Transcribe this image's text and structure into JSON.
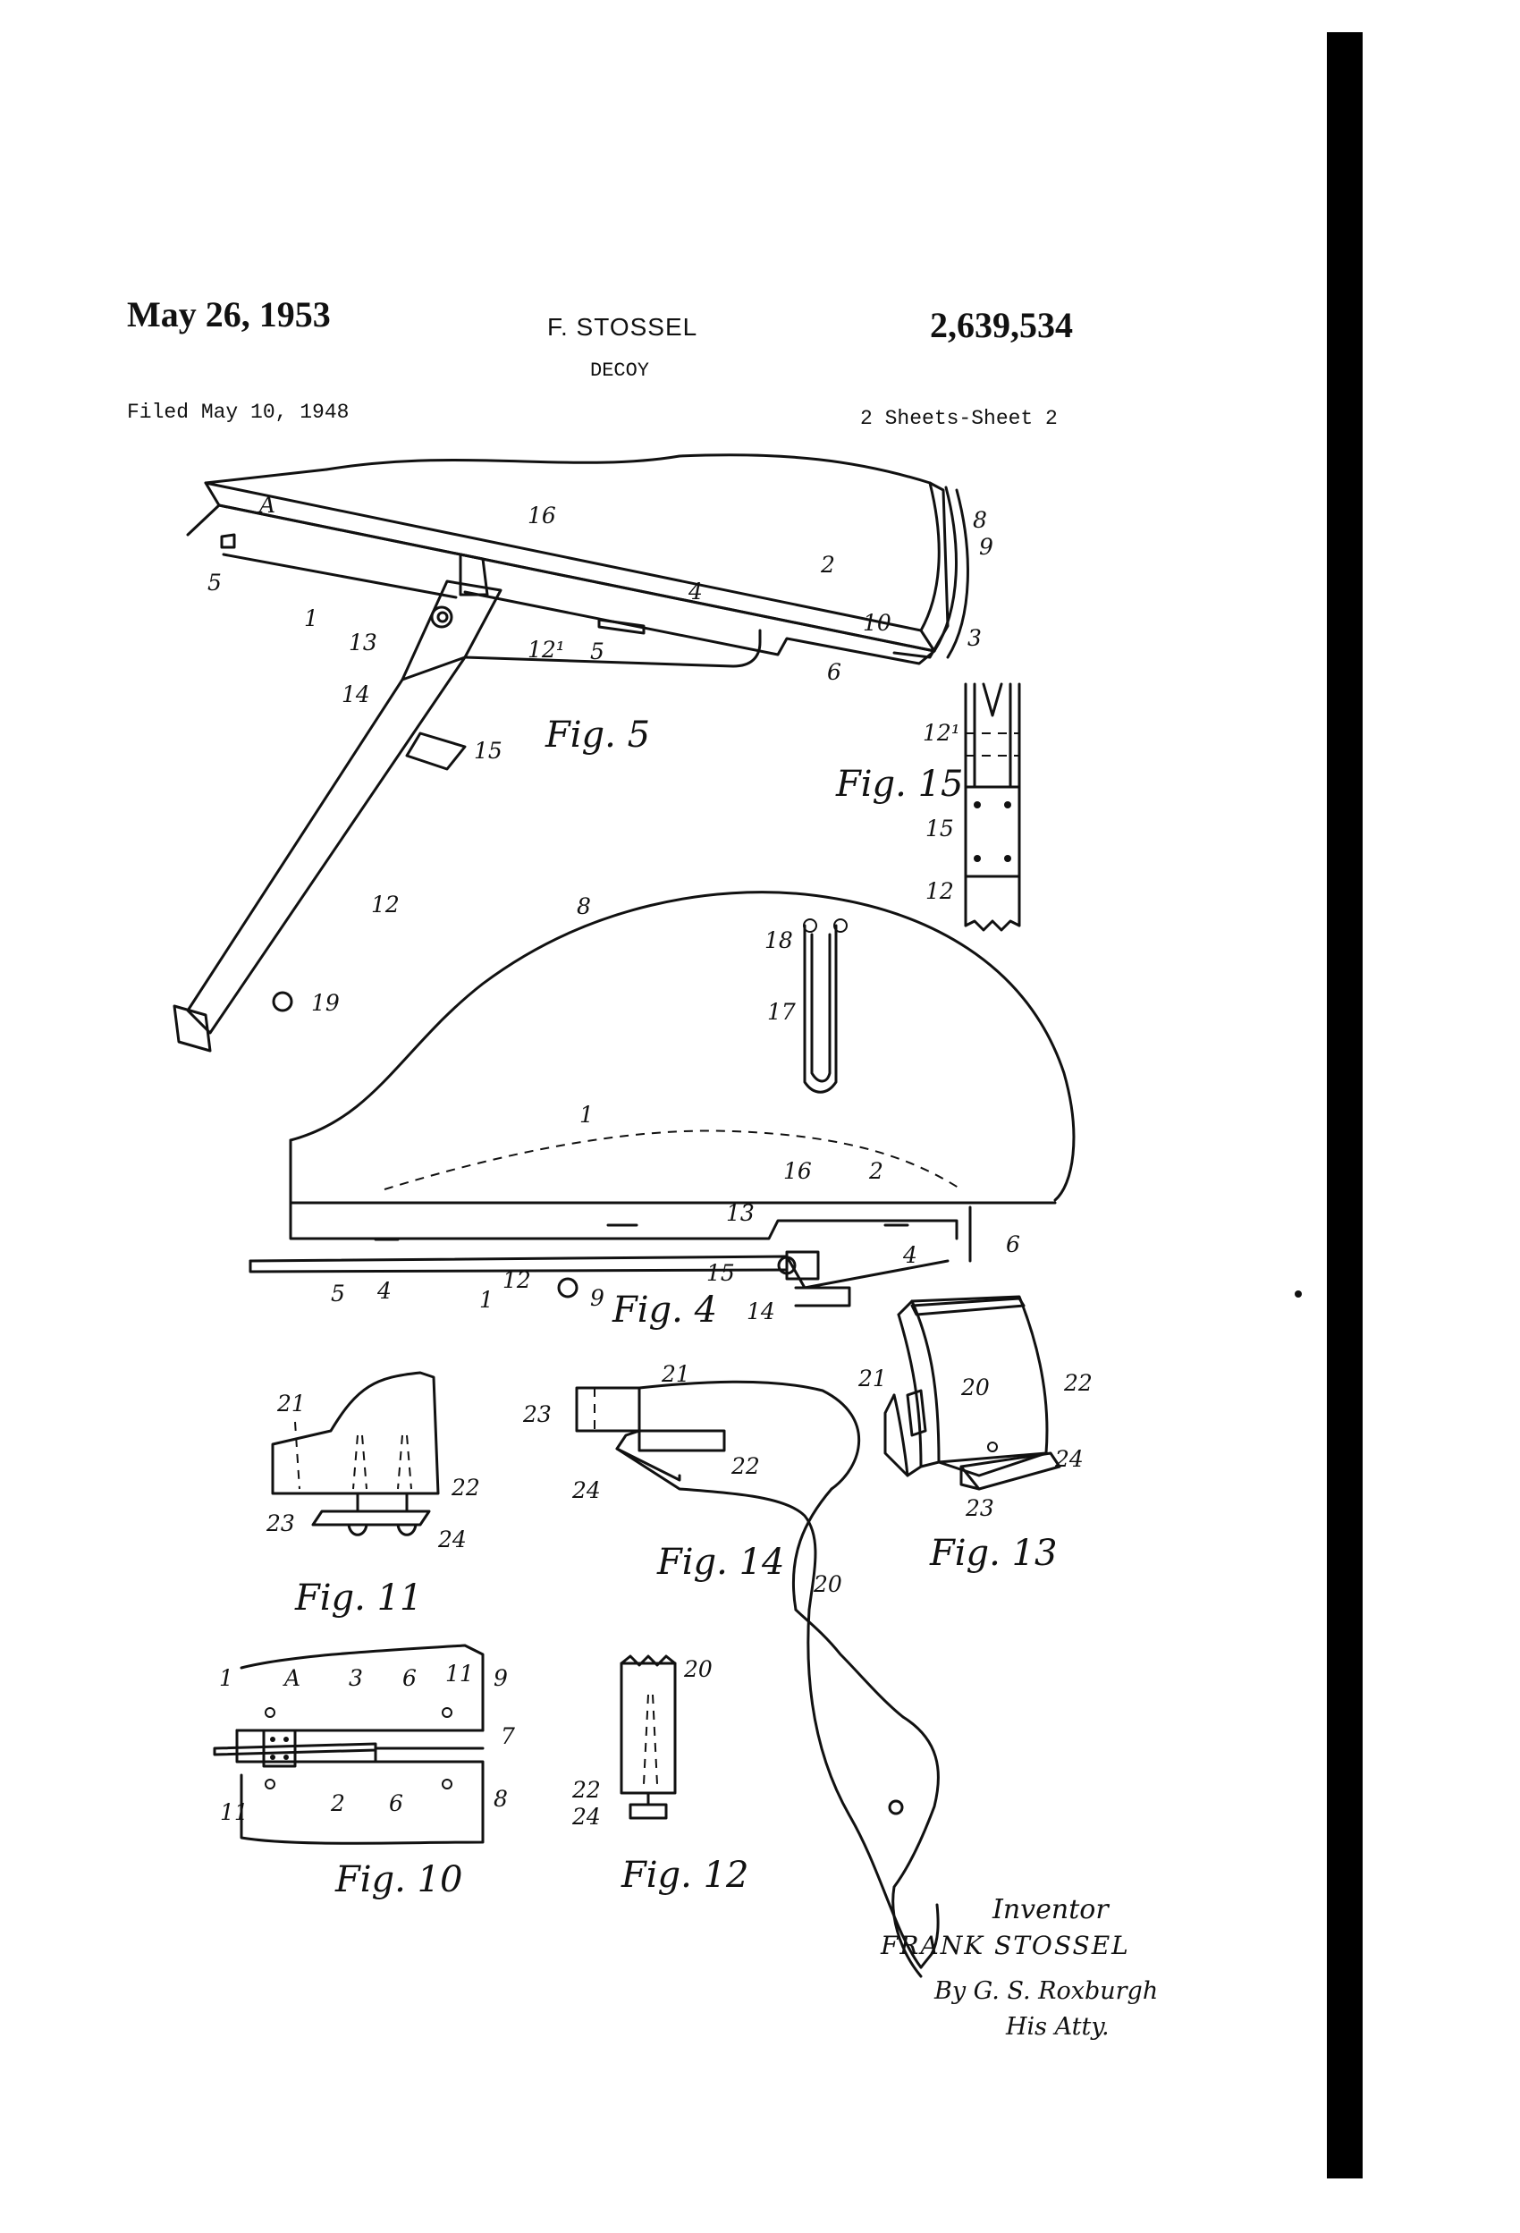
{
  "header": {
    "date": "May 26, 1953",
    "inventor": "F. STOSSEL",
    "patent_number": "2,639,534",
    "title": "DECOY",
    "filed": "Filed May 10, 1948",
    "sheets": "2 Sheets-Sheet 2"
  },
  "figures": {
    "fig5": "Fig. 5",
    "fig4": "Fig. 4",
    "fig15": "Fig. 15",
    "fig11": "Fig. 11",
    "fig14": "Fig. 14",
    "fig13": "Fig. 13",
    "fig10": "Fig. 10",
    "fig12": "Fig. 12"
  },
  "signature_block": {
    "inventor_label": "Inventor",
    "inventor_name": "FRANK STOSSEL",
    "attorney_line": "By G. S. Roxburgh",
    "attorney_label": "His Atty."
  },
  "reference_numerals": {
    "fig5": [
      "A",
      "5",
      "1",
      "13",
      "14",
      "12¹",
      "4",
      "5",
      "16",
      "2",
      "10",
      "8",
      "9",
      "3",
      "6",
      "15",
      "12",
      "19"
    ],
    "fig15": [
      "12¹",
      "15",
      "12"
    ],
    "fig4": [
      "8",
      "18",
      "17",
      "1",
      "16",
      "2",
      "13",
      "4",
      "6",
      "5",
      "4",
      "1",
      "12",
      "9",
      "15",
      "14"
    ],
    "fig11": [
      "21",
      "22",
      "23",
      "24"
    ],
    "fig14": [
      "21",
      "23",
      "22",
      "24",
      "20"
    ],
    "fig13": [
      "21",
      "20",
      "22",
      "24",
      "23"
    ],
    "fig10": [
      "1",
      "A",
      "3",
      "6",
      "11",
      "9",
      "7",
      "11",
      "2",
      "6",
      "8"
    ],
    "fig12": [
      "20",
      "22",
      "24"
    ]
  }
}
